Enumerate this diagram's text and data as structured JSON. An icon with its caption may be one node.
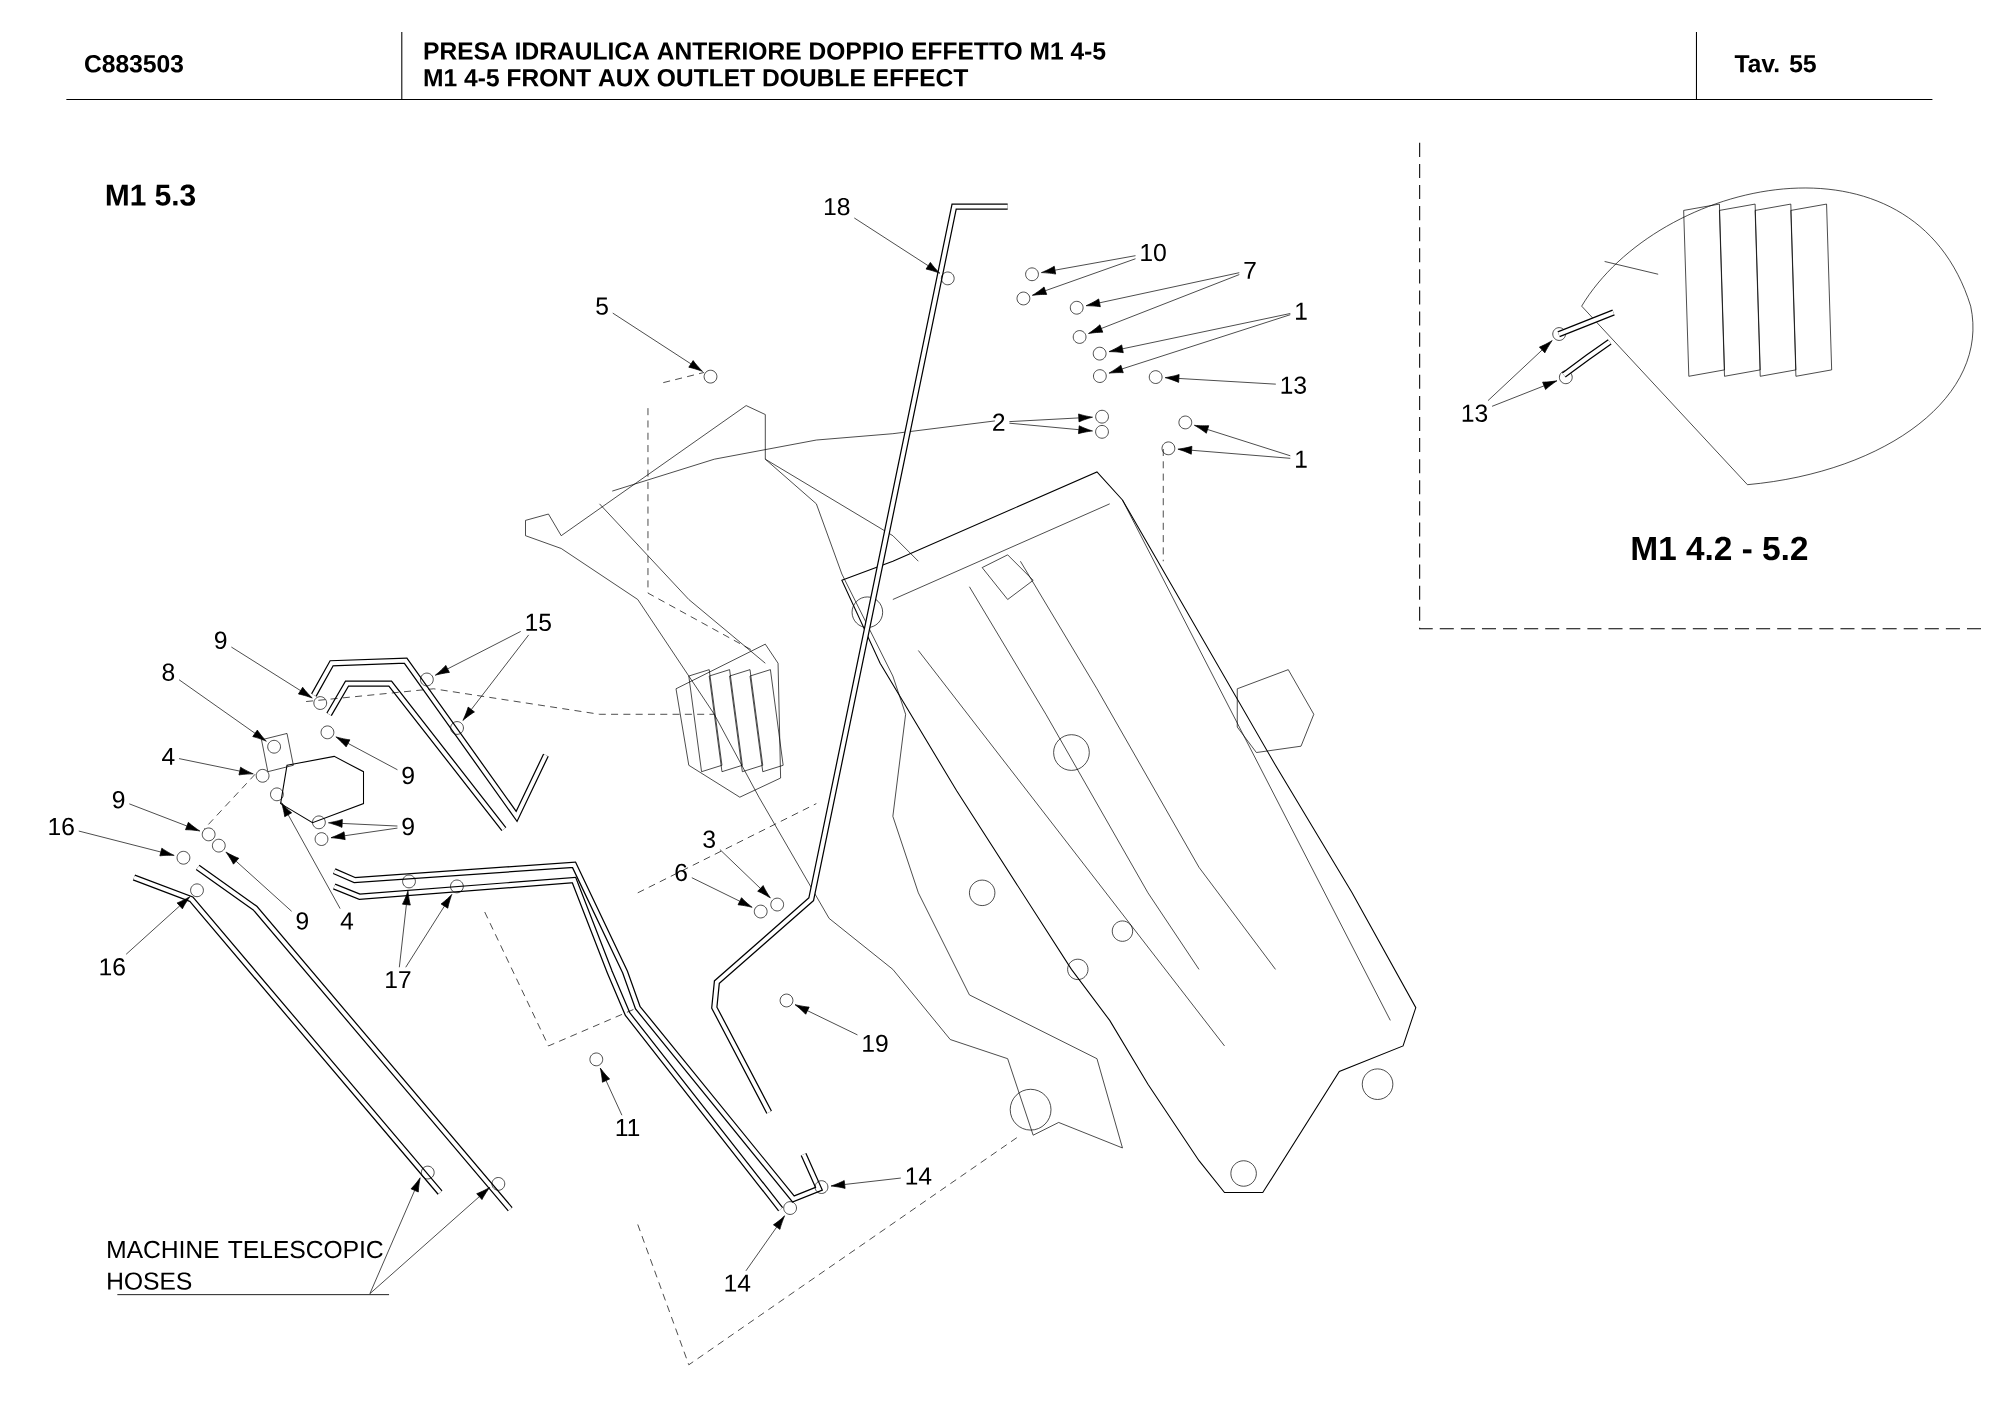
{
  "diagram": {
    "nodes": [
      {
        "text": [
          "18"
        ]
      },
      {
        "text": [
          "10"
        ]
      },
      {
        "text": [
          "7"
        ]
      },
      {
        "text": [
          "1"
        ]
      },
      {
        "text": [
          "13"
        ]
      },
      {
        "text": [
          "5"
        ]
      },
      {
        "text": [
          "2"
        ]
      },
      {
        "text": [
          "1"
        ]
      },
      {
        "text": [
          "15"
        ]
      },
      {
        "text": [
          "9"
        ]
      },
      {
        "text": [
          "8"
        ]
      },
      {
        "text": [
          "9"
        ]
      },
      {
        "text": [
          "4"
        ]
      },
      {
        "text": [
          "9"
        ]
      },
      {
        "text": [
          "9"
        ]
      },
      {
        "text": [
          "16"
        ]
      },
      {
        "text": [
          "9"
        ]
      },
      {
        "text": [
          "4"
        ]
      },
      {
        "text": [
          "16"
        ]
      },
      {
        "text": [
          "17"
        ]
      },
      {
        "text": [
          "3"
        ]
      },
      {
        "text": [
          "6"
        ]
      },
      {
        "text": [
          "19"
        ]
      },
      {
        "text": [
          "11"
        ]
      },
      {
        "text": [
          "14"
        ]
      },
      {
        "text": [
          "14"
        ]
      },
      {
        "text": [
          "13"
        ]
      },
      {
        "text": [
          "MACHINE TELESCOPIC HOSES"
        ]
      }
    ],
    "edges": [
      {
        "from": 0,
        "to": null,
        "arrow": "to"
      },
      {
        "from": 1,
        "to": null,
        "arrow": "to"
      },
      {
        "from": 1,
        "to": null,
        "arrow": "to"
      },
      {
        "from": 2,
        "to": null,
        "arrow": "to"
      },
      {
        "from": 2,
        "to": null,
        "arrow": "to"
      },
      {
        "from": 3,
        "to": null,
        "arrow": "to"
      },
      {
        "from": 3,
        "to": null,
        "arrow": "to"
      },
      {
        "from": 4,
        "to": null,
        "arrow": "to"
      },
      {
        "from": 5,
        "to": null,
        "arrow": "to"
      },
      {
        "from": 6,
        "to": null,
        "arrow": "to"
      },
      {
        "from": 6,
        "to": null,
        "arrow": "to"
      },
      {
        "from": 7,
        "to": null,
        "arrow": "to"
      },
      {
        "from": 7,
        "to": null,
        "arrow": "to"
      },
      {
        "from": 8,
        "to": null,
        "arrow": "to"
      },
      {
        "from": 8,
        "to": null,
        "arrow": "to"
      },
      {
        "from": 9,
        "to": null,
        "arrow": "to"
      },
      {
        "from": 10,
        "to": null,
        "arrow": "to"
      },
      {
        "from": 11,
        "to": null,
        "arrow": "to"
      },
      {
        "from": 12,
        "to": null,
        "arrow": "to"
      },
      {
        "from": 13,
        "to": null,
        "arrow": "to"
      },
      {
        "from": 13,
        "to": null,
        "arrow": "to"
      },
      {
        "from": 14,
        "to": null,
        "arrow": "to"
      },
      {
        "from": 15,
        "to": null,
        "arrow": "to"
      },
      {
        "from": 16,
        "to": null,
        "arrow": "to"
      },
      {
        "from": 17,
        "to": null,
        "arrow": "to"
      },
      {
        "from": 18,
        "to": null,
        "arrow": "to"
      },
      {
        "from": 19,
        "to": null,
        "arrow": "to"
      },
      {
        "from": 19,
        "to": null,
        "arrow": "to"
      },
      {
        "from": 20,
        "to": null,
        "arrow": "to"
      },
      {
        "from": 21,
        "to": null,
        "arrow": "to"
      },
      {
        "from": 22,
        "to": null,
        "arrow": "to"
      },
      {
        "from": 23,
        "to": null,
        "arrow": "to"
      },
      {
        "from": 24,
        "to": null,
        "arrow": "to"
      },
      {
        "from": 25,
        "to": null,
        "arrow": "to"
      },
      {
        "from": 26,
        "to": null,
        "arrow": "to"
      },
      {
        "from": 26,
        "to": null,
        "arrow": "to"
      },
      {
        "from": 27,
        "to": null,
        "arrow": "to"
      },
      {
        "from": 27,
        "to": null,
        "arrow": "to"
      }
    ],
    "labels": [
      "C883503",
      "PRESA IDRAULICA ANTERIORE DOPPIO EFFETTO M1 4-5",
      "M1 4-5 FRONT AUX OUTLET DOUBLE EFFECT",
      "Tav. 55",
      "M1 5.3",
      "M1 4.2 - 5.2"
    ]
  }
}
